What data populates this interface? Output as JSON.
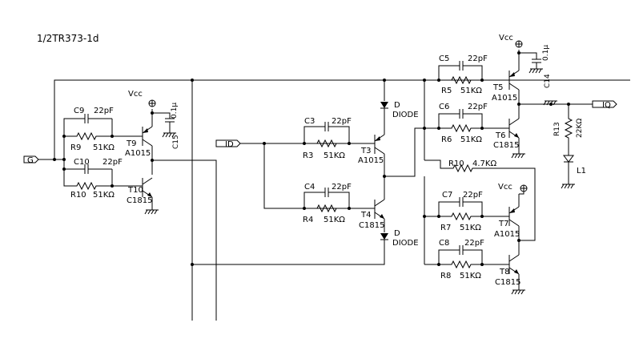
{
  "title": "1/2TR373-1d",
  "ports": {
    "g": "G",
    "id": "ID",
    "iq": "IQ"
  },
  "supply": {
    "vcc": "Vcc"
  },
  "transistors": {
    "t9": {
      "name": "T9",
      "part": "A1015"
    },
    "t10": {
      "name": "T10",
      "part": "C1815"
    },
    "t3": {
      "name": "T3",
      "part": "A1015"
    },
    "t4": {
      "name": "T4",
      "part": "C1815"
    },
    "t5": {
      "name": "T5",
      "part": "A1015"
    },
    "t6": {
      "name": "T6",
      "part": "C1815"
    },
    "t7": {
      "name": "T7",
      "part": "A1015"
    },
    "t8": {
      "name": "T8",
      "part": "C1815"
    }
  },
  "capacitors": {
    "c9": {
      "name": "C9",
      "value": "22pF"
    },
    "c10": {
      "name": "C10",
      "value": "22pF"
    },
    "c3": {
      "name": "C3",
      "value": "22pF"
    },
    "c4": {
      "name": "C4",
      "value": "22pF"
    },
    "c5": {
      "name": "C5",
      "value": "22pF"
    },
    "c6": {
      "name": "C6",
      "value": "22pF"
    },
    "c7": {
      "name": "C7",
      "value": "22pF"
    },
    "c8": {
      "name": "C8",
      "value": "22pF"
    },
    "c15": {
      "name": "C15",
      "value": "0.1μ"
    },
    "c14": {
      "name": "C14",
      "value": "0.1μ"
    }
  },
  "resistors": {
    "r9": {
      "name": "R9",
      "value": "51KΩ"
    },
    "r10": {
      "name": "R10",
      "value": "51KΩ"
    },
    "r3": {
      "name": "R3",
      "value": "51KΩ"
    },
    "r4": {
      "name": "R4",
      "value": "51KΩ"
    },
    "r5": {
      "name": "R5",
      "value": "51KΩ"
    },
    "r6": {
      "name": "R6",
      "value": "51KΩ"
    },
    "r7": {
      "name": "R7",
      "value": "51KΩ"
    },
    "r8": {
      "name": "R8",
      "value": "51KΩ"
    },
    "r10b": {
      "name": "R10",
      "value": "4.7KΩ"
    },
    "r13": {
      "name": "R13",
      "value": "22KΩ"
    }
  },
  "diodes": {
    "d1": {
      "ref": "D",
      "type": "DIODE"
    },
    "d2": {
      "ref": "D",
      "type": "DIODE"
    }
  },
  "led": {
    "name": "L1"
  }
}
